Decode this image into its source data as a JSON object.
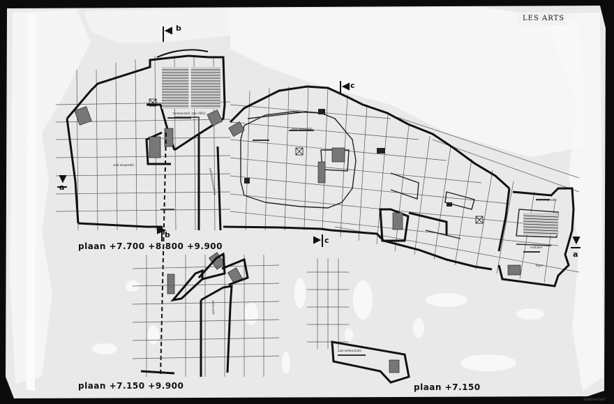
{
  "header_tag": "LES ARTS",
  "plan_labels": {
    "upper": "plaan +7.700 +8.800 +9.900",
    "lower_left": "plaan +7.150 +9.900",
    "lower_right": "plaan +7.150"
  },
  "section_markers": {
    "a_left": "a",
    "a_right": "a",
    "b_top": "b",
    "b_bottom": "b",
    "c_top": "c",
    "c_bottom": "c"
  },
  "room_labels": {
    "r1": "tentoonstell. zaal ARLO",
    "r2": "zaal ekspositie",
    "r3": "vest ekspositie",
    "r4": "zaal tentoonstelling",
    "r5": "restaurant",
    "r6": "vestiaire",
    "r7": "vest ekspositie",
    "r8": "foyer",
    "r9": "zaal restaurantie"
  },
  "credit": "Stadsarchief"
}
